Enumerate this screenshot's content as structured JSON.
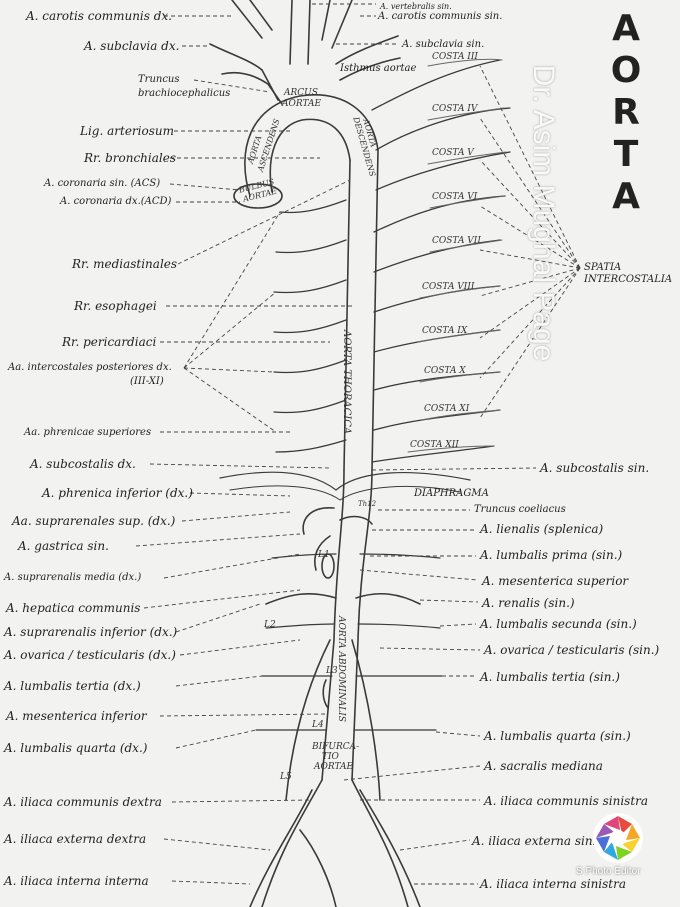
{
  "title_letters": [
    "A",
    "O",
    "R",
    "T",
    "A"
  ],
  "watermark": "Dr. Asim Mughal Page",
  "photo_app": "S Photo Editor",
  "left_labels": [
    "A. carotis communis dx.",
    "A. subclavia dx.",
    "Truncus",
    "brachiocephalicus",
    "Lig. arteriosum",
    "Rr. bronchiales",
    "A. coronaria sin. (ACS)",
    "A. coronaria dx.(ACD)",
    "Rr. mediastinales",
    "Rr. esophagei",
    "Rr. pericardiaci",
    "Aa. intercostales posteriores dx.",
    "(III-XI)",
    "Aa. phrenicae superiores",
    "A. subcostalis dx.",
    "A. phrenica inferior (dx.)",
    "Aa. suprarenales sup. (dx.)",
    "A. gastrica sin.",
    "A. suprarenalis media (dx.)",
    "A. hepatica communis",
    "A. suprarenalis inferior (dx.)",
    "A. ovarica / testicularis (dx.)",
    "A. lumbalis tertia (dx.)",
    "A. mesenterica inferior",
    "A. lumbalis quarta (dx.)",
    "A. iliaca communis dextra",
    "A. iliaca externa dextra",
    "A. iliaca interna interna"
  ],
  "right_labels": [
    "A. vertebralis sin.",
    "A. carotis communis sin.",
    "A. subclavia sin.",
    "Isthmus aortae",
    "A. subcostalis sin.",
    "Truncus coeliacus",
    "A. lienalis (splenica)",
    "A. lumbalis prima (sin.)",
    "A. mesenterica superior",
    "A. renalis (sin.)",
    "A. lumbalis secunda (sin.)",
    "A. ovarica / testicularis (sin.)",
    "A. lumbalis tertia (sin.)",
    "A. lumbalis quarta (sin.)",
    "A. sacralis mediana",
    "A. iliaca communis sinistra",
    "A. iliaca externa sinistra",
    "A. iliaca interna sinistra"
  ],
  "spatia": [
    "SPATIA",
    "INTERCOSTALIA"
  ],
  "costae": [
    "COSTA III",
    "COSTA IV",
    "COSTA V",
    "COSTA VI",
    "COSTA VII",
    "COSTA VIII",
    "COSTA IX",
    "COSTA X",
    "COSTA XI",
    "COSTA XII"
  ],
  "inner_labels": {
    "arcus": "ARCUS",
    "aortae": "AORTAE",
    "ascendens_1": "AORTA",
    "ascendens_2": "ASCENDENS",
    "descendens_1": "AORTA",
    "descendens_2": "DESCENDENS",
    "bulbus_1": "BULBUS",
    "bulbus_2": "AORTAE",
    "thoracica": "AORTA THORACICA",
    "abdominalis": "AORTA ABDOMINALIS",
    "diaphragma": "DIAPHRAGMA",
    "bifurcatio_1": "BIFURCA-",
    "bifurcatio_2": "TIO",
    "bifurcatio_3": "AORTAE",
    "th12": "Th12",
    "l1": "L1",
    "l2": "L2",
    "l3": "L3",
    "l4": "L4",
    "l5": "L5"
  },
  "colors": {
    "paper": "#f2f2f0",
    "ink": "#2a2a2a",
    "pencil": "#555555"
  }
}
